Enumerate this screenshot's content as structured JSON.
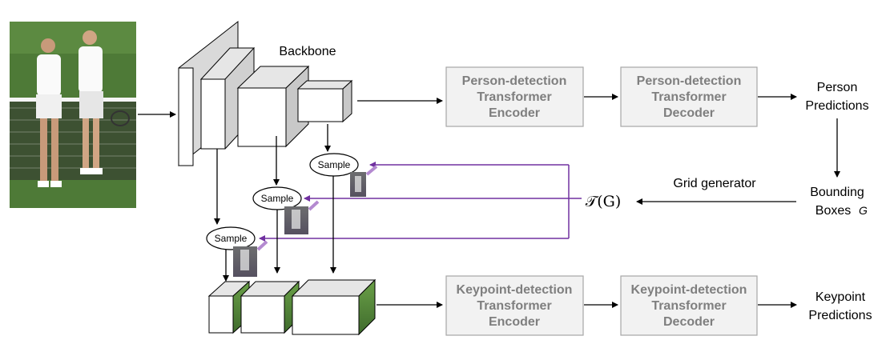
{
  "labels": {
    "backbone": "Backbone",
    "person_predictions": [
      "Person",
      "Predictions"
    ],
    "grid_generator": "Grid generator",
    "transform": "𝒯(G)",
    "bounding_boxes": [
      "Bounding",
      "Boxes"
    ],
    "bounding_boxes_symbol": "G",
    "keypoint_predictions": [
      "Keypoint",
      "Predictions"
    ],
    "sample": "Sample"
  },
  "boxes": {
    "person_encoder": [
      "Person-detection",
      "Transformer",
      "Encoder"
    ],
    "person_decoder": [
      "Person-detection",
      "Transformer",
      "Decoder"
    ],
    "keypoint_encoder": [
      "Keypoint-detection",
      "Transformer",
      "Encoder"
    ],
    "keypoint_decoder": [
      "Keypoint-detection",
      "Transformer",
      "Decoder"
    ]
  },
  "colors": {
    "box_fill": "#f2f2f2",
    "box_stroke": "#a6a6a6",
    "box_text": "#7f7f7f",
    "purple": "#7030a0",
    "cuboid_side": "#bfbfbf",
    "court_green": "#4e7a37"
  }
}
